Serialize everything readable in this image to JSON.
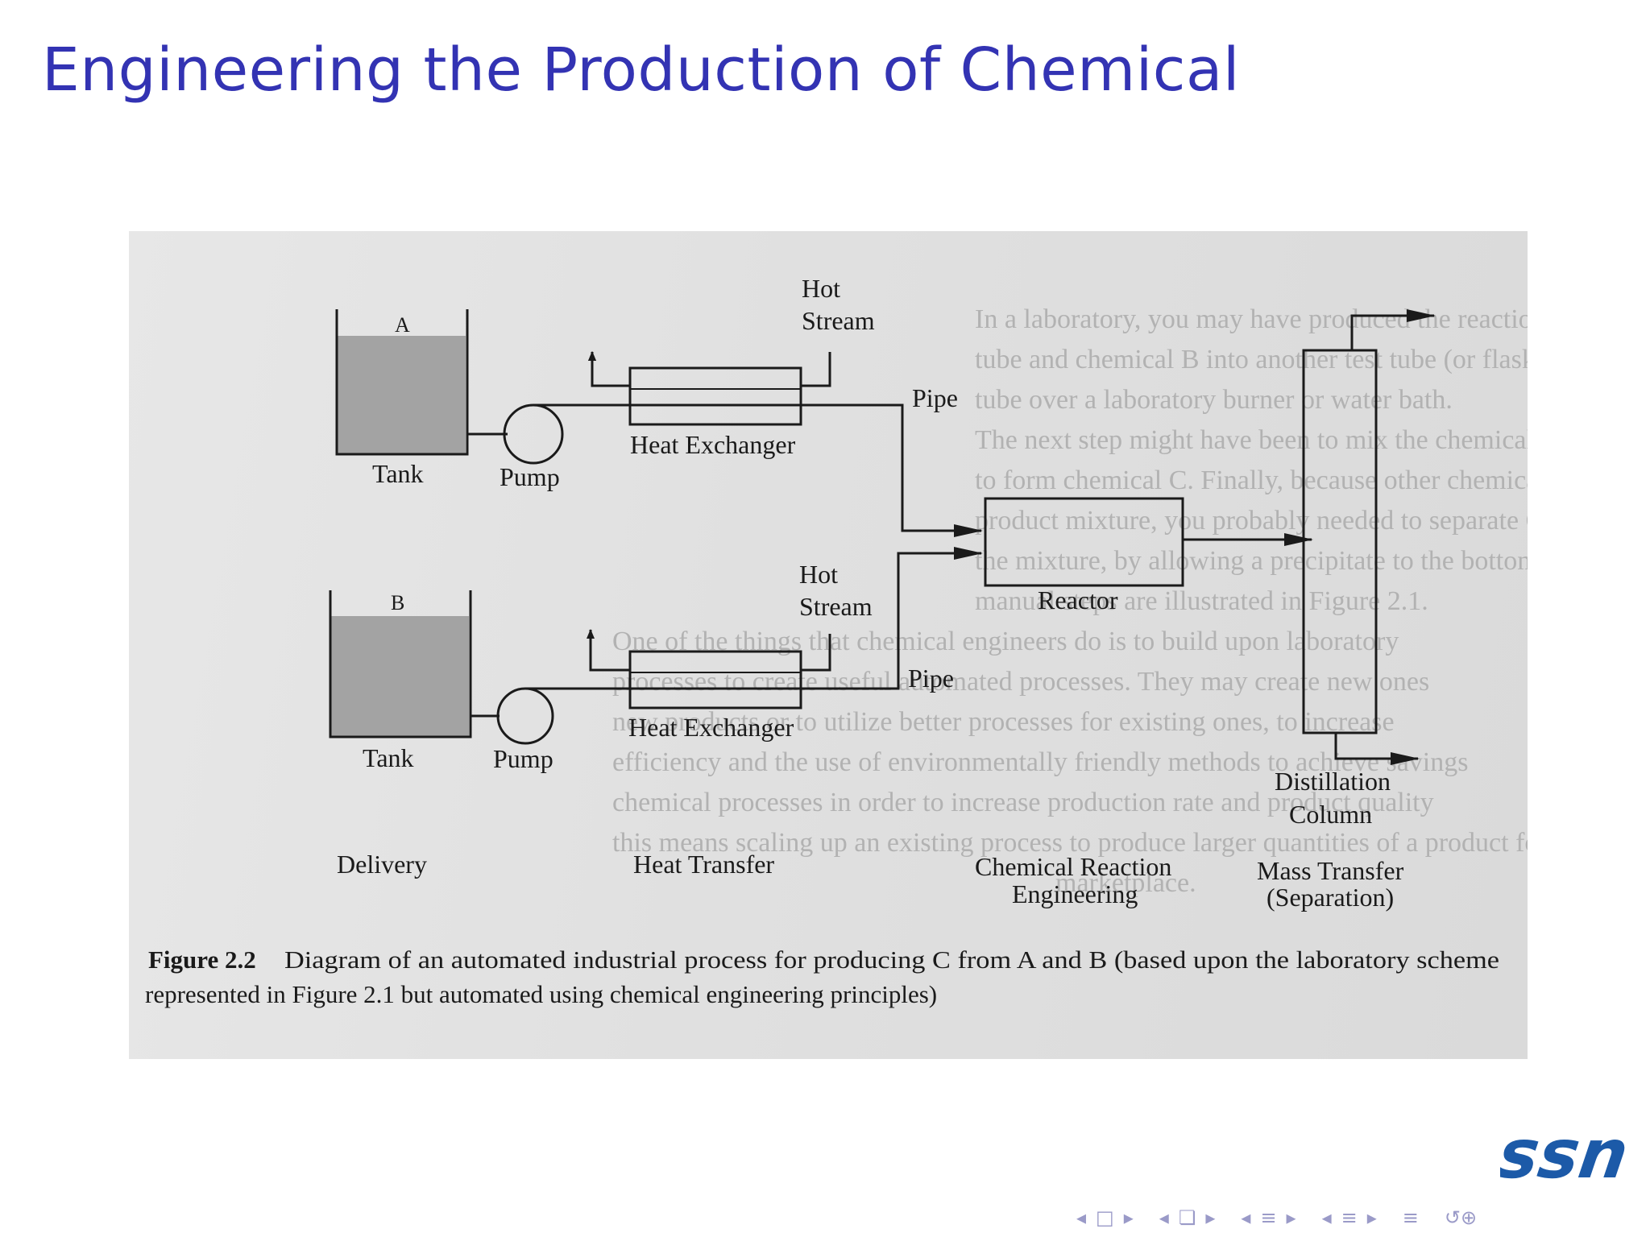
{
  "slide": {
    "title": "Engineering the Production of Chemical"
  },
  "diagram": {
    "tank_a_letter": "A",
    "tank_b_letter": "B",
    "tank_label": "Tank",
    "pump_label": "Pump",
    "hot_stream_line1": "Hot",
    "hot_stream_line2": "Stream",
    "pipe_label": "Pipe",
    "heat_exchanger_label": "Heat Exchanger",
    "reactor_label": "Reactor",
    "column_label_line1": "Distillation",
    "column_label_line2": "Column",
    "stage_delivery": "Delivery",
    "stage_heat_transfer": "Heat Transfer",
    "stage_reaction_line1": "Chemical Reaction",
    "stage_reaction_line2": "Engineering",
    "stage_mass_line1": "Mass Transfer",
    "stage_mass_line2": "(Separation)",
    "caption_figure": "Figure 2.2",
    "caption_line1": "Diagram of an automated industrial process for producing C from A and B (based upon the laboratory scheme",
    "caption_line2": "represented in Figure 2.1 but automated using chemical engineering principles)"
  },
  "logo": {
    "text": "ssn",
    "color": "#1c5aa8"
  },
  "nav": {
    "icons": [
      "nav-prev-arrow-icon",
      "frame-icon",
      "nav-next-arrow-icon",
      "subsection-icon",
      "section-icon",
      "outline-icon",
      "search-icon"
    ]
  },
  "colors": {
    "title": "#3333b3",
    "nav": "#9a9ac8",
    "ink": "#1a1a1a"
  }
}
